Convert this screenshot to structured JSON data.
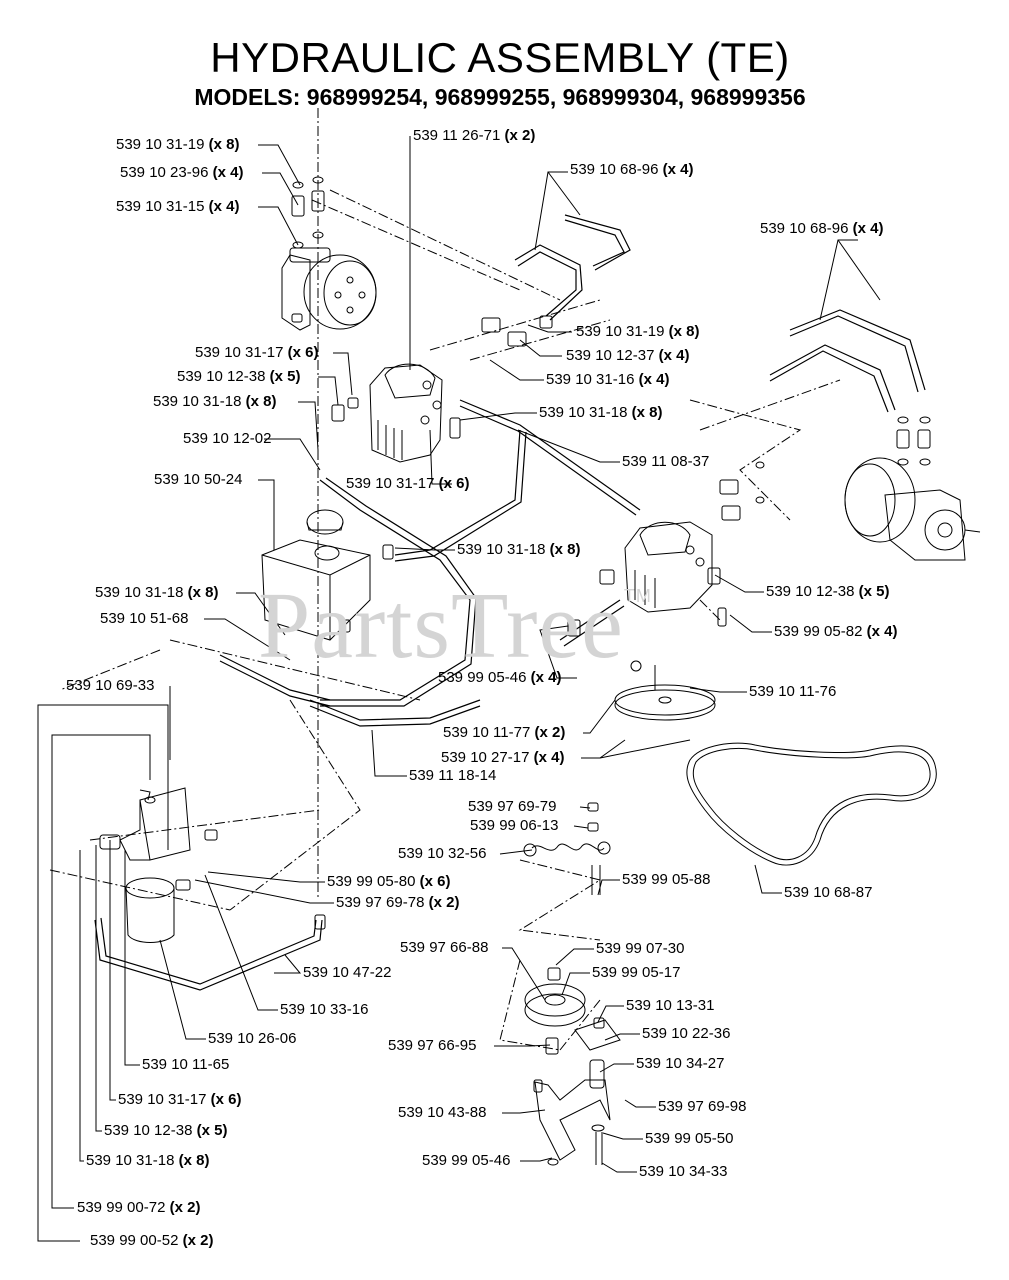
{
  "title": "HYDRAULIC ASSEMBLY (TE)",
  "subtitle": "MODELS: 968999254, 968999255, 968999304, 968999356",
  "watermark": "PartsTree",
  "watermark_tm": "TM",
  "colors": {
    "line": "#000000",
    "watermark": "#d4d4d4",
    "background": "#ffffff"
  },
  "callouts": [
    {
      "part": "539 10 31-19",
      "qty": "(x 8)"
    },
    {
      "part": "539 10 23-96",
      "qty": "(x 4)"
    },
    {
      "part": "539 10 31-15",
      "qty": "(x 4)"
    },
    {
      "part": "539 11 26-71",
      "qty": "(x 2)"
    },
    {
      "part": "539 10 68-96",
      "qty": "(x 4)"
    },
    {
      "part": "539 10 68-96",
      "qty": "(x 4)"
    },
    {
      "part": "539 10 31-19",
      "qty": "(x 8)"
    },
    {
      "part": "539 10 12-37",
      "qty": "(x 4)"
    },
    {
      "part": "539 10 31-16",
      "qty": "(x 4)"
    },
    {
      "part": "539 10 31-17",
      "qty": "(x 6)"
    },
    {
      "part": "539 10 12-38",
      "qty": "(x 5)"
    },
    {
      "part": "539 10 31-18",
      "qty": "(x 8)"
    },
    {
      "part": "539 10 31-18",
      "qty": "(x 8)"
    },
    {
      "part": "539 10 12-02",
      "qty": ""
    },
    {
      "part": "539 11 08-37",
      "qty": ""
    },
    {
      "part": "539 10 31-17",
      "qty": "(x 6)"
    },
    {
      "part": "539 10 50-24",
      "qty": ""
    },
    {
      "part": "539 10 31-18",
      "qty": "(x 8)"
    },
    {
      "part": "539 10 31-18",
      "qty": "(x 8)"
    },
    {
      "part": "539 10 12-38",
      "qty": "(x 5)"
    },
    {
      "part": "539 10 51-68",
      "qty": ""
    },
    {
      "part": "539 99 05-82",
      "qty": "(x 4)"
    },
    {
      "part": "539 99 05-46",
      "qty": "(x 4)"
    },
    {
      "part": "539 10 69-33",
      "qty": ""
    },
    {
      "part": "539 10 11-76",
      "qty": ""
    },
    {
      "part": "539 10 11-77",
      "qty": "(x 2)"
    },
    {
      "part": "539 10 27-17",
      "qty": "(x 4)"
    },
    {
      "part": "539 11 18-14",
      "qty": ""
    },
    {
      "part": "539 97 69-79",
      "qty": ""
    },
    {
      "part": "539 99 06-13",
      "qty": ""
    },
    {
      "part": "539 10 32-56",
      "qty": ""
    },
    {
      "part": "539 99 05-88",
      "qty": ""
    },
    {
      "part": "539 99 05-80",
      "qty": "(x 6)"
    },
    {
      "part": "539 10 68-87",
      "qty": ""
    },
    {
      "part": "539 97 69-78",
      "qty": "(x 2)"
    },
    {
      "part": "539 97 66-88",
      "qty": ""
    },
    {
      "part": "539 99 07-30",
      "qty": ""
    },
    {
      "part": "539 10 47-22",
      "qty": ""
    },
    {
      "part": "539 99 05-17",
      "qty": ""
    },
    {
      "part": "539 10 33-16",
      "qty": ""
    },
    {
      "part": "539 10 13-31",
      "qty": ""
    },
    {
      "part": "539 10 26-06",
      "qty": ""
    },
    {
      "part": "539 10 22-36",
      "qty": ""
    },
    {
      "part": "539 97 66-95",
      "qty": ""
    },
    {
      "part": "539 10 11-65",
      "qty": ""
    },
    {
      "part": "539 10 34-27",
      "qty": ""
    },
    {
      "part": "539 10 31-17",
      "qty": "(x 6)"
    },
    {
      "part": "539 10 43-88",
      "qty": ""
    },
    {
      "part": "539 97 69-98",
      "qty": ""
    },
    {
      "part": "539 10 12-38",
      "qty": "(x 5)"
    },
    {
      "part": "539 99 05-50",
      "qty": ""
    },
    {
      "part": "539 10 31-18",
      "qty": "(x 8)"
    },
    {
      "part": "539 99 05-46",
      "qty": ""
    },
    {
      "part": "539 10 34-33",
      "qty": ""
    },
    {
      "part": "539 99 00-72",
      "qty": "(x 2)"
    },
    {
      "part": "539 99 00-52",
      "qty": "(x 2)"
    }
  ]
}
